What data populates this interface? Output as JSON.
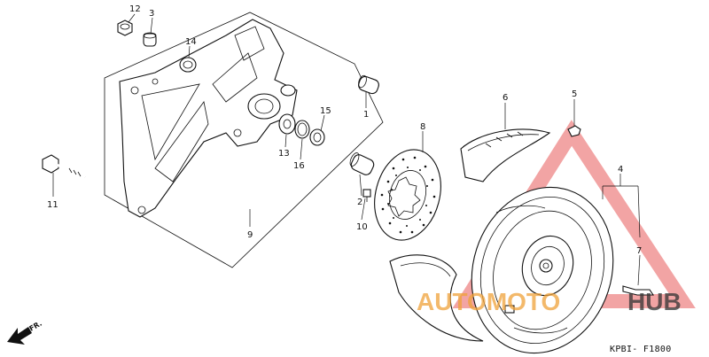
{
  "diagram_code": "KPBI- F1800",
  "front_arrow_label": "FR.",
  "watermark": {
    "text_a": "AUTOMOTO",
    "text_b": "HUB",
    "color_a": "#f0a23a",
    "color_b": "#333333",
    "triangle_color": "#e85a5a"
  },
  "callouts": [
    "12",
    "3",
    "14",
    "1",
    "15",
    "13",
    "16",
    "11",
    "2",
    "10",
    "9",
    "8",
    "6",
    "5",
    "4",
    "7"
  ]
}
